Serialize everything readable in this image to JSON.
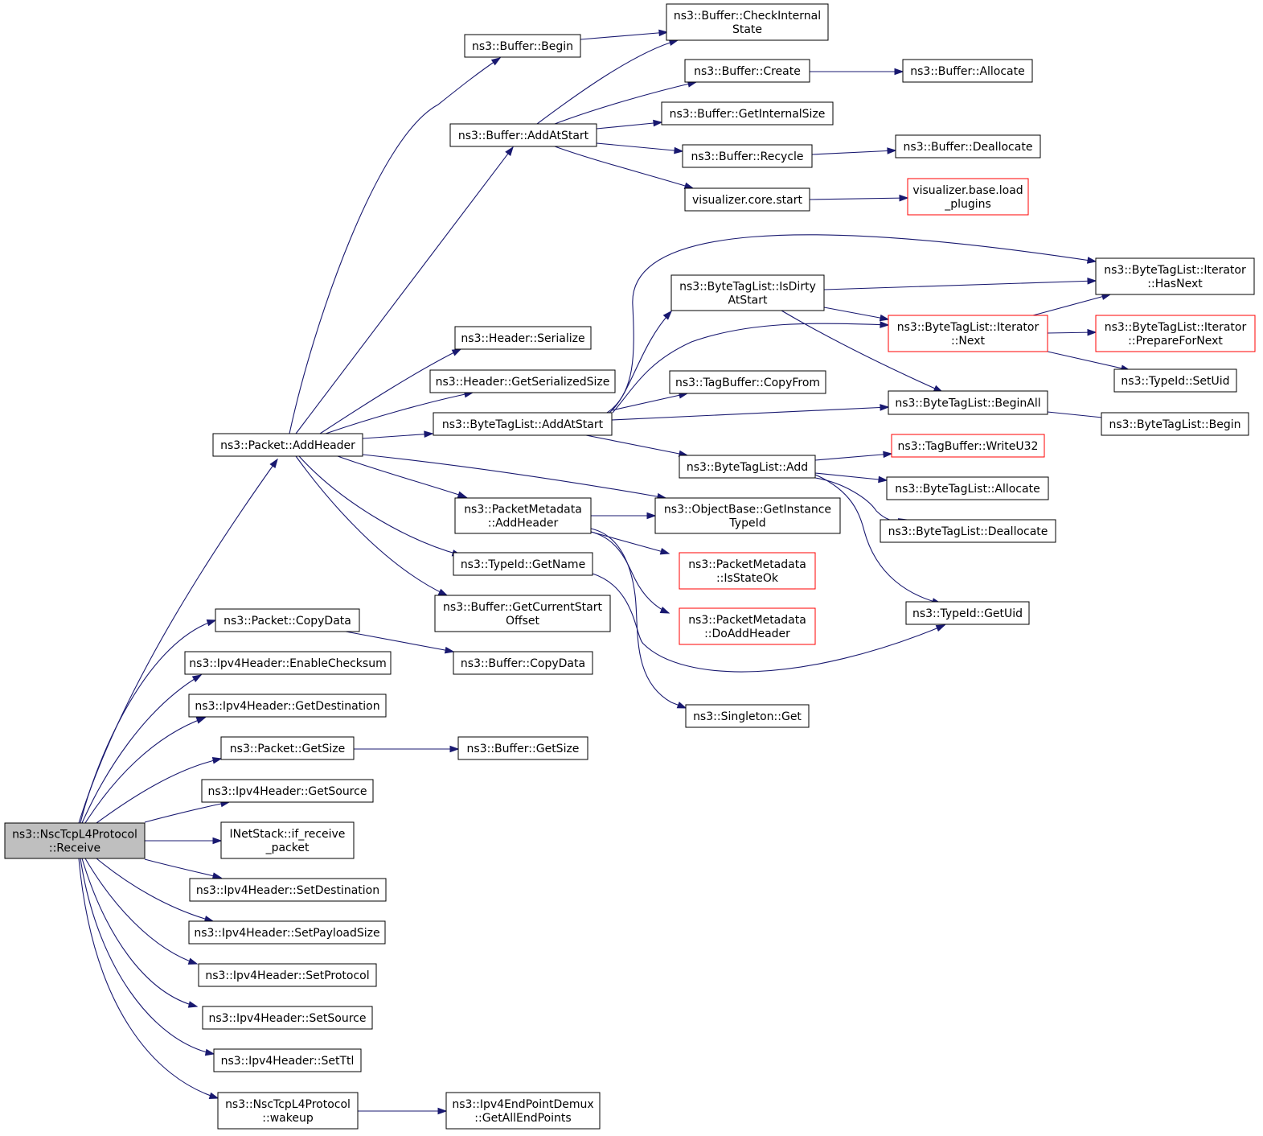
{
  "colors": {
    "edge": "#191970",
    "node_border": "#000000",
    "node_truncated_border": "#ff0000",
    "root_fill": "#bfbfbf",
    "node_fill": "#ffffff"
  },
  "nodes": [
    {
      "id": "receive",
      "lines": [
        "ns3::NscTcpL4Protocol",
        "::Receive"
      ],
      "root": true
    },
    {
      "id": "packet_addheader",
      "lines": [
        "ns3::Packet::AddHeader"
      ]
    },
    {
      "id": "buffer_begin",
      "lines": [
        "ns3::Buffer::Begin"
      ]
    },
    {
      "id": "buffer_checkinternal",
      "lines": [
        "ns3::Buffer::CheckInternal",
        "State"
      ]
    },
    {
      "id": "buffer_addatstart",
      "lines": [
        "ns3::Buffer::AddAtStart"
      ]
    },
    {
      "id": "buffer_create",
      "lines": [
        "ns3::Buffer::Create"
      ]
    },
    {
      "id": "buffer_allocate",
      "lines": [
        "ns3::Buffer::Allocate"
      ]
    },
    {
      "id": "buffer_getinternalsize",
      "lines": [
        "ns3::Buffer::GetInternalSize"
      ]
    },
    {
      "id": "buffer_recycle",
      "lines": [
        "ns3::Buffer::Recycle"
      ]
    },
    {
      "id": "buffer_deallocate",
      "lines": [
        "ns3::Buffer::Deallocate"
      ]
    },
    {
      "id": "visualizer_start",
      "lines": [
        "visualizer.core.start"
      ]
    },
    {
      "id": "visualizer_load",
      "lines": [
        "visualizer.base.load",
        "_plugins"
      ],
      "truncated": true
    },
    {
      "id": "header_serialize",
      "lines": [
        "ns3::Header::Serialize"
      ]
    },
    {
      "id": "header_getserializedsize",
      "lines": [
        "ns3::Header::GetSerializedSize"
      ]
    },
    {
      "id": "btl_addatstart",
      "lines": [
        "ns3::ByteTagList::AddAtStart"
      ]
    },
    {
      "id": "btl_isdirty",
      "lines": [
        "ns3::ByteTagList::IsDirty",
        "AtStart"
      ]
    },
    {
      "id": "btl_iter_hasnext",
      "lines": [
        "ns3::ByteTagList::Iterator",
        "::HasNext"
      ]
    },
    {
      "id": "btl_iter_next",
      "lines": [
        "ns3::ByteTagList::Iterator",
        "::Next"
      ],
      "truncated": true
    },
    {
      "id": "btl_iter_prepare",
      "lines": [
        "ns3::ByteTagList::Iterator",
        "::PrepareForNext"
      ],
      "truncated": true
    },
    {
      "id": "tagbuffer_copyfrom",
      "lines": [
        "ns3::TagBuffer::CopyFrom"
      ]
    },
    {
      "id": "typeid_setuid",
      "lines": [
        "ns3::TypeId::SetUid"
      ]
    },
    {
      "id": "btl_beginall",
      "lines": [
        "ns3::ByteTagList::BeginAll"
      ]
    },
    {
      "id": "btl_begin",
      "lines": [
        "ns3::ByteTagList::Begin"
      ]
    },
    {
      "id": "btl_add",
      "lines": [
        "ns3::ByteTagList::Add"
      ]
    },
    {
      "id": "tagbuffer_writeu32",
      "lines": [
        "ns3::TagBuffer::WriteU32"
      ],
      "truncated": true
    },
    {
      "id": "btl_allocate",
      "lines": [
        "ns3::ByteTagList::Allocate"
      ]
    },
    {
      "id": "btl_deallocate",
      "lines": [
        "ns3::ByteTagList::Deallocate"
      ]
    },
    {
      "id": "pm_addheader",
      "lines": [
        "ns3::PacketMetadata",
        "::AddHeader"
      ]
    },
    {
      "id": "objectbase_getinstancetypeid",
      "lines": [
        "ns3::ObjectBase::GetInstance",
        "TypeId"
      ]
    },
    {
      "id": "pm_isstateok",
      "lines": [
        "ns3::PacketMetadata",
        "::IsStateOk"
      ],
      "truncated": true
    },
    {
      "id": "pm_doaddheader",
      "lines": [
        "ns3::PacketMetadata",
        "::DoAddHeader"
      ],
      "truncated": true
    },
    {
      "id": "typeid_getname",
      "lines": [
        "ns3::TypeId::GetName"
      ]
    },
    {
      "id": "typeid_getuid",
      "lines": [
        "ns3::TypeId::GetUid"
      ]
    },
    {
      "id": "buffer_getcurrentstart",
      "lines": [
        "ns3::Buffer::GetCurrentStart",
        "Offset"
      ]
    },
    {
      "id": "singleton_get",
      "lines": [
        "ns3::Singleton::Get"
      ]
    },
    {
      "id": "packet_copydata",
      "lines": [
        "ns3::Packet::CopyData"
      ]
    },
    {
      "id": "buffer_copydata",
      "lines": [
        "ns3::Buffer::CopyData"
      ]
    },
    {
      "id": "ipv4_enablechecksum",
      "lines": [
        "ns3::Ipv4Header::EnableChecksum"
      ]
    },
    {
      "id": "ipv4_getdestination",
      "lines": [
        "ns3::Ipv4Header::GetDestination"
      ]
    },
    {
      "id": "packet_getsize",
      "lines": [
        "ns3::Packet::GetSize"
      ]
    },
    {
      "id": "buffer_getsize",
      "lines": [
        "ns3::Buffer::GetSize"
      ]
    },
    {
      "id": "ipv4_getsource",
      "lines": [
        "ns3::Ipv4Header::GetSource"
      ]
    },
    {
      "id": "inetstack_ifreceive",
      "lines": [
        "INetStack::if_receive",
        "_packet"
      ]
    },
    {
      "id": "ipv4_setdestination",
      "lines": [
        "ns3::Ipv4Header::SetDestination"
      ]
    },
    {
      "id": "ipv4_setpayloadsize",
      "lines": [
        "ns3::Ipv4Header::SetPayloadSize"
      ]
    },
    {
      "id": "ipv4_setprotocol",
      "lines": [
        "ns3::Ipv4Header::SetProtocol"
      ]
    },
    {
      "id": "ipv4_setsource",
      "lines": [
        "ns3::Ipv4Header::SetSource"
      ]
    },
    {
      "id": "ipv4_setttl",
      "lines": [
        "ns3::Ipv4Header::SetTtl"
      ]
    },
    {
      "id": "nsc_wakeup",
      "lines": [
        "ns3::NscTcpL4Protocol",
        "::wakeup"
      ]
    },
    {
      "id": "ipv4epd_getallendpoints",
      "lines": [
        "ns3::Ipv4EndPointDemux",
        "::GetAllEndPoints"
      ]
    }
  ],
  "edges": [
    {
      "from": "receive",
      "to": "packet_addheader"
    },
    {
      "from": "receive",
      "to": "packet_copydata"
    },
    {
      "from": "receive",
      "to": "ipv4_enablechecksum"
    },
    {
      "from": "receive",
      "to": "ipv4_getdestination"
    },
    {
      "from": "receive",
      "to": "packet_getsize"
    },
    {
      "from": "receive",
      "to": "ipv4_getsource"
    },
    {
      "from": "receive",
      "to": "inetstack_ifreceive"
    },
    {
      "from": "receive",
      "to": "ipv4_setdestination"
    },
    {
      "from": "receive",
      "to": "ipv4_setpayloadsize"
    },
    {
      "from": "receive",
      "to": "ipv4_setprotocol"
    },
    {
      "from": "receive",
      "to": "ipv4_setsource"
    },
    {
      "from": "receive",
      "to": "ipv4_setttl"
    },
    {
      "from": "receive",
      "to": "nsc_wakeup"
    },
    {
      "from": "packet_addheader",
      "to": "buffer_begin"
    },
    {
      "from": "packet_addheader",
      "to": "buffer_addatstart"
    },
    {
      "from": "packet_addheader",
      "to": "header_serialize"
    },
    {
      "from": "packet_addheader",
      "to": "header_getserializedsize"
    },
    {
      "from": "packet_addheader",
      "to": "btl_addatstart"
    },
    {
      "from": "packet_addheader",
      "to": "pm_addheader"
    },
    {
      "from": "packet_addheader",
      "to": "objectbase_getinstancetypeid"
    },
    {
      "from": "packet_addheader",
      "to": "typeid_getname"
    },
    {
      "from": "packet_addheader",
      "to": "buffer_getcurrentstart"
    },
    {
      "from": "buffer_begin",
      "to": "buffer_checkinternal"
    },
    {
      "from": "buffer_addatstart",
      "to": "buffer_checkinternal"
    },
    {
      "from": "buffer_addatstart",
      "to": "buffer_create"
    },
    {
      "from": "buffer_addatstart",
      "to": "buffer_getinternalsize"
    },
    {
      "from": "buffer_addatstart",
      "to": "buffer_recycle"
    },
    {
      "from": "buffer_addatstart",
      "to": "visualizer_start"
    },
    {
      "from": "buffer_create",
      "to": "buffer_allocate"
    },
    {
      "from": "buffer_recycle",
      "to": "buffer_deallocate"
    },
    {
      "from": "visualizer_start",
      "to": "visualizer_load"
    },
    {
      "from": "btl_addatstart",
      "to": "btl_isdirty"
    },
    {
      "from": "btl_addatstart",
      "to": "btl_iter_hasnext"
    },
    {
      "from": "btl_addatstart",
      "to": "btl_iter_next"
    },
    {
      "from": "btl_addatstart",
      "to": "tagbuffer_copyfrom"
    },
    {
      "from": "btl_addatstart",
      "to": "btl_beginall"
    },
    {
      "from": "btl_addatstart",
      "to": "btl_add"
    },
    {
      "from": "btl_isdirty",
      "to": "btl_iter_hasnext"
    },
    {
      "from": "btl_isdirty",
      "to": "btl_iter_next"
    },
    {
      "from": "btl_isdirty",
      "to": "btl_beginall"
    },
    {
      "from": "btl_iter_next",
      "to": "btl_iter_hasnext"
    },
    {
      "from": "btl_iter_next",
      "to": "btl_iter_prepare"
    },
    {
      "from": "btl_iter_next",
      "to": "typeid_setuid"
    },
    {
      "from": "btl_beginall",
      "to": "btl_begin"
    },
    {
      "from": "btl_add",
      "to": "tagbuffer_writeu32"
    },
    {
      "from": "btl_add",
      "to": "btl_allocate"
    },
    {
      "from": "btl_add",
      "to": "btl_deallocate"
    },
    {
      "from": "btl_add",
      "to": "typeid_getuid"
    },
    {
      "from": "pm_addheader",
      "to": "objectbase_getinstancetypeid"
    },
    {
      "from": "pm_addheader",
      "to": "pm_isstateok"
    },
    {
      "from": "pm_addheader",
      "to": "pm_doaddheader"
    },
    {
      "from": "pm_addheader",
      "to": "singleton_get"
    },
    {
      "from": "typeid_getname",
      "to": "typeid_getuid"
    },
    {
      "from": "packet_copydata",
      "to": "buffer_copydata"
    },
    {
      "from": "packet_getsize",
      "to": "buffer_getsize"
    },
    {
      "from": "nsc_wakeup",
      "to": "ipv4epd_getallendpoints"
    }
  ]
}
